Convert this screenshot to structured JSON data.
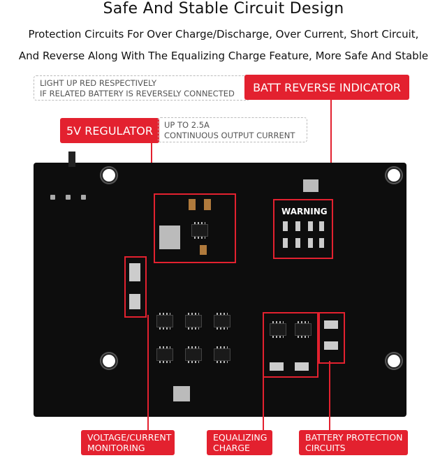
{
  "header": {
    "title": "Safe And Stable Circuit Design",
    "subtitle_line1": "Protection Circuits For Over Charge/Discharge, Over Current, Short Circuit,",
    "subtitle_line2": "And Reverse Along With The Equalizing Charge Feature, More Safe And Stable"
  },
  "callouts": {
    "batt_reverse": {
      "note_line1": "LIGHT UP RED RESPECTIVELY",
      "note_line2": "IF RELATED BATTERY IS REVERSELY CONNECTED",
      "label": "BATT REVERSE INDICATOR"
    },
    "regulator": {
      "label": "5V REGULATOR",
      "note_line1": "UP TO 2.5A",
      "note_line2": "CONTINUOUS OUTPUT CURRENT"
    },
    "board_warning": "WARNING",
    "bottom_labels": {
      "voltage_line1": "VOLTAGE/CURRENT",
      "voltage_line2": "MONITORING",
      "equalizing_line1": "EQUALIZING",
      "equalizing_line2": "CHARGE",
      "battery_line1": "BATTERY PROTECTION",
      "battery_line2": "CIRCUITS"
    },
    "accent_color": "#e3212f"
  }
}
